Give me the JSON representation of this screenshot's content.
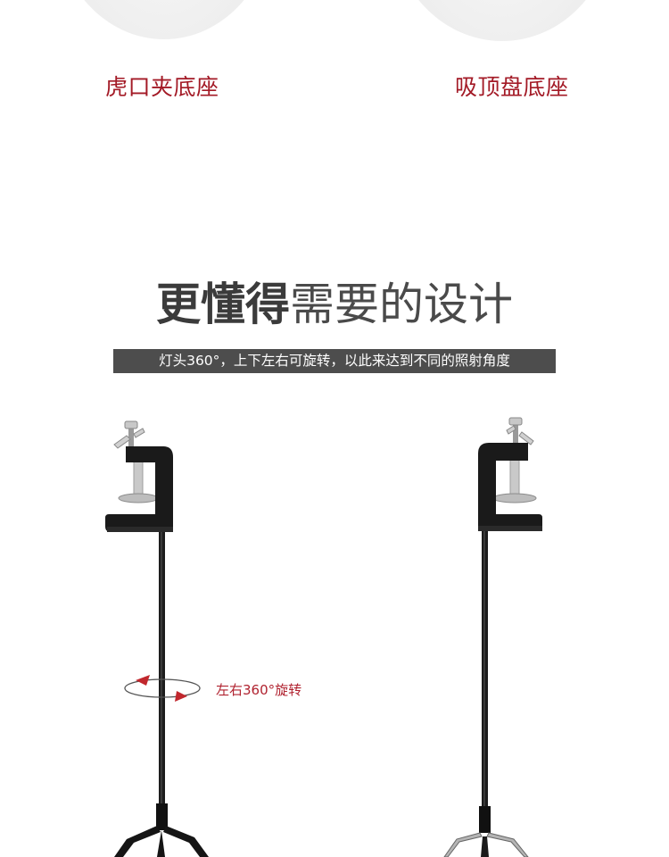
{
  "bases": {
    "left_label": "虎口夹底座",
    "right_label": "吸顶盘底座"
  },
  "headline": {
    "bold": "更懂得",
    "light": "需要的设计"
  },
  "subtitle": "灯头360°，上下左右可旋转，以此来达到不同的照射角度",
  "annotation": {
    "rotate_label": "左右360°旋转"
  },
  "colors": {
    "accent_red": "#a31a26",
    "bar_gray": "#4d4d4d",
    "stand_black": "#1a1a1a"
  }
}
